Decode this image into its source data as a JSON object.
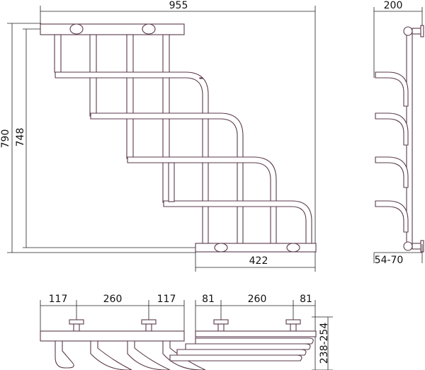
{
  "colors": {
    "outline": "#5a3a4a",
    "dimension": "#222222",
    "background": "#ffffff"
  },
  "front_view": {
    "width_label": "955",
    "height_label": "790",
    "inner_height_label": "748",
    "bottom_width_label": "422"
  },
  "side_view": {
    "depth_label": "200",
    "wall_gap_label": "54-70"
  },
  "top_view_left": {
    "seg_left_label": "117",
    "seg_mid_label": "260",
    "seg_right_label": "117"
  },
  "top_view_right": {
    "seg_left_label": "81",
    "seg_mid_label": "260",
    "seg_right_label": "81",
    "depth_range_label": "238-254"
  }
}
